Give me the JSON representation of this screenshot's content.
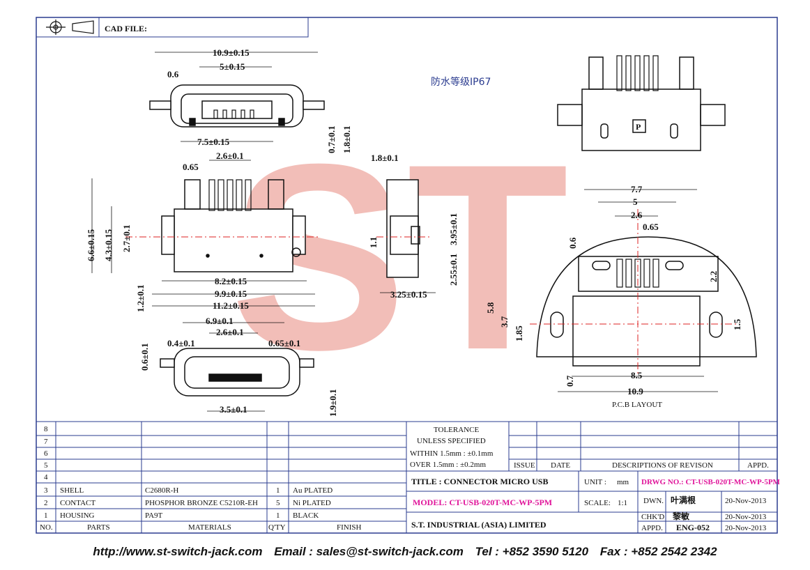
{
  "header": {
    "cad_file_label": "CAD FILE:"
  },
  "note": {
    "waterproof": "防水等级IP67"
  },
  "watermark": {
    "text": "ST",
    "color": "#e8897f"
  },
  "top_view": {
    "dims": [
      "10.9±0.15",
      "5±0.15",
      "0.6",
      "0.7±0.1",
      "1.8±0.1"
    ]
  },
  "front_view": {
    "dims": [
      "7.5±0.15",
      "2.6±0.1",
      "0.65",
      "6.6±0.15",
      "4.3±0.15",
      "2.7±0.1",
      "1.2±0.1",
      "8.2±0.15",
      "9.9±0.15",
      "11.2±0.15"
    ]
  },
  "side_view": {
    "dims": [
      "1.8±0.1",
      "3.95±0.1",
      "1.1",
      "2.55±0.1",
      "3.25±0.15"
    ]
  },
  "end_view": {
    "dims": [
      "6.9±0.1",
      "2.6±0.1",
      "0.4±0.1",
      "0.65±0.1",
      "0.6±0.1",
      "3.5±0.1",
      "1.9±0.1"
    ]
  },
  "pcb_layout": {
    "title": "P.C.B LAYOUT",
    "dims": [
      "7.7",
      "5",
      "2.6",
      "0.65",
      "0.6",
      "2.2",
      "5.8",
      "3.7",
      "1.85",
      "1.5",
      "8.5",
      "10.9",
      "0.7"
    ]
  },
  "iso_view": {
    "marker": "P"
  },
  "bom": {
    "row_numbers": [
      "8",
      "7",
      "6",
      "5",
      "4",
      "3",
      "2",
      "1"
    ],
    "rows": [
      {
        "no": "3",
        "part": "SHELL",
        "material": "C2680R-H",
        "qty": "1",
        "finish": "Au PLATED"
      },
      {
        "no": "2",
        "part": "CONTACT",
        "material": "PHOSPHOR BRONZE C5210R-EH",
        "qty": "5",
        "finish": "Ni PLATED"
      },
      {
        "no": "1",
        "part": "HOUSING",
        "material": "PA9T",
        "qty": "1",
        "finish": "BLACK"
      }
    ],
    "headers": {
      "no": "NO.",
      "parts": "PARTS",
      "materials": "MATERIALS",
      "qty": "Q'TY",
      "finish": "FINISH"
    }
  },
  "tolerance": {
    "title": "TOLERANCE",
    "subtitle": "UNLESS  SPECIFIED",
    "within": "WITHIN  1.5mm : ±0.1mm",
    "over": "OVER   1.5mm : ±0.2mm"
  },
  "revision": {
    "issue": "ISSUE",
    "date": "DATE",
    "descriptions": "DESCRIPTIONS  OF  REVISON",
    "appd": "APPD."
  },
  "title_block": {
    "title": "TITLE : CONNECTOR MICRO USB",
    "unit_label": "UNIT :",
    "unit_value": "mm",
    "drwg_no": "DRWG  NO.: CT-USB-020T-MC-WP-5PM",
    "model": "MODEL: CT-USB-020T-MC-WP-5PM",
    "scale_label": "SCALE:",
    "scale_value": "1:1",
    "company": "S.T.  INDUSTRIAL  (ASIA)  LIMITED",
    "dwn_label": "DWN.",
    "dwn_name": "叶满根",
    "dwn_date": "20-Nov-2013",
    "chkd_label": "CHK'D",
    "chkd_name": "黎敏",
    "chkd_date": "20-Nov-2013",
    "appd_label": "APPD.",
    "appd_name": "ENG-052",
    "appd_date": "20-Nov-2013"
  },
  "footer": {
    "website": "http://www.st-switch-jack.com",
    "email": "Email : sales@st-switch-jack.com",
    "tel": "Tel : +852 3590 5120",
    "fax": "Fax : +852 2542 2342"
  }
}
